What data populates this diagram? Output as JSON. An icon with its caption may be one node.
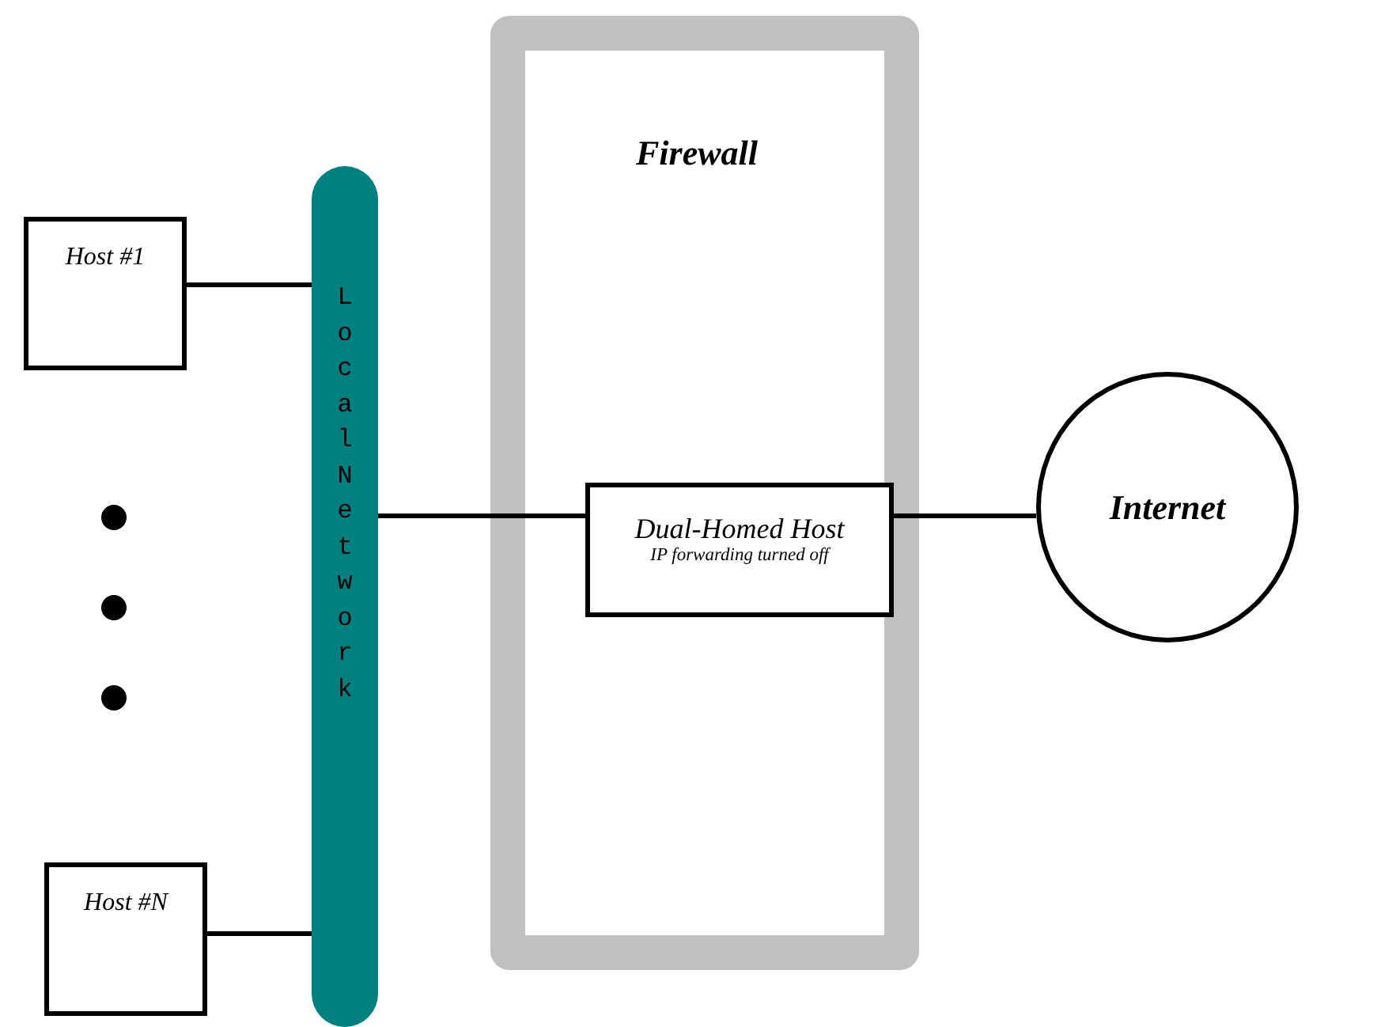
{
  "diagram": {
    "nodes": [
      {
        "text": [
          "Firewall"
        ]
      },
      {
        "text": [
          "Host #1"
        ]
      },
      {
        "text": [
          "Local Network"
        ]
      },
      {
        "text": [
          "Dual-Homed Host",
          "IP forwarding turned off"
        ],
        "in": 0
      },
      {
        "text": [
          "Internet"
        ]
      },
      {
        "text": [
          "Host #N"
        ]
      }
    ],
    "edges": [
      {
        "from": 1,
        "to": 2,
        "arrow": "none"
      },
      {
        "from": 2,
        "to": 3,
        "arrow": "none"
      },
      {
        "from": 3,
        "to": 4,
        "arrow": "none"
      },
      {
        "from": 5,
        "to": 2,
        "arrow": "none"
      }
    ]
  }
}
